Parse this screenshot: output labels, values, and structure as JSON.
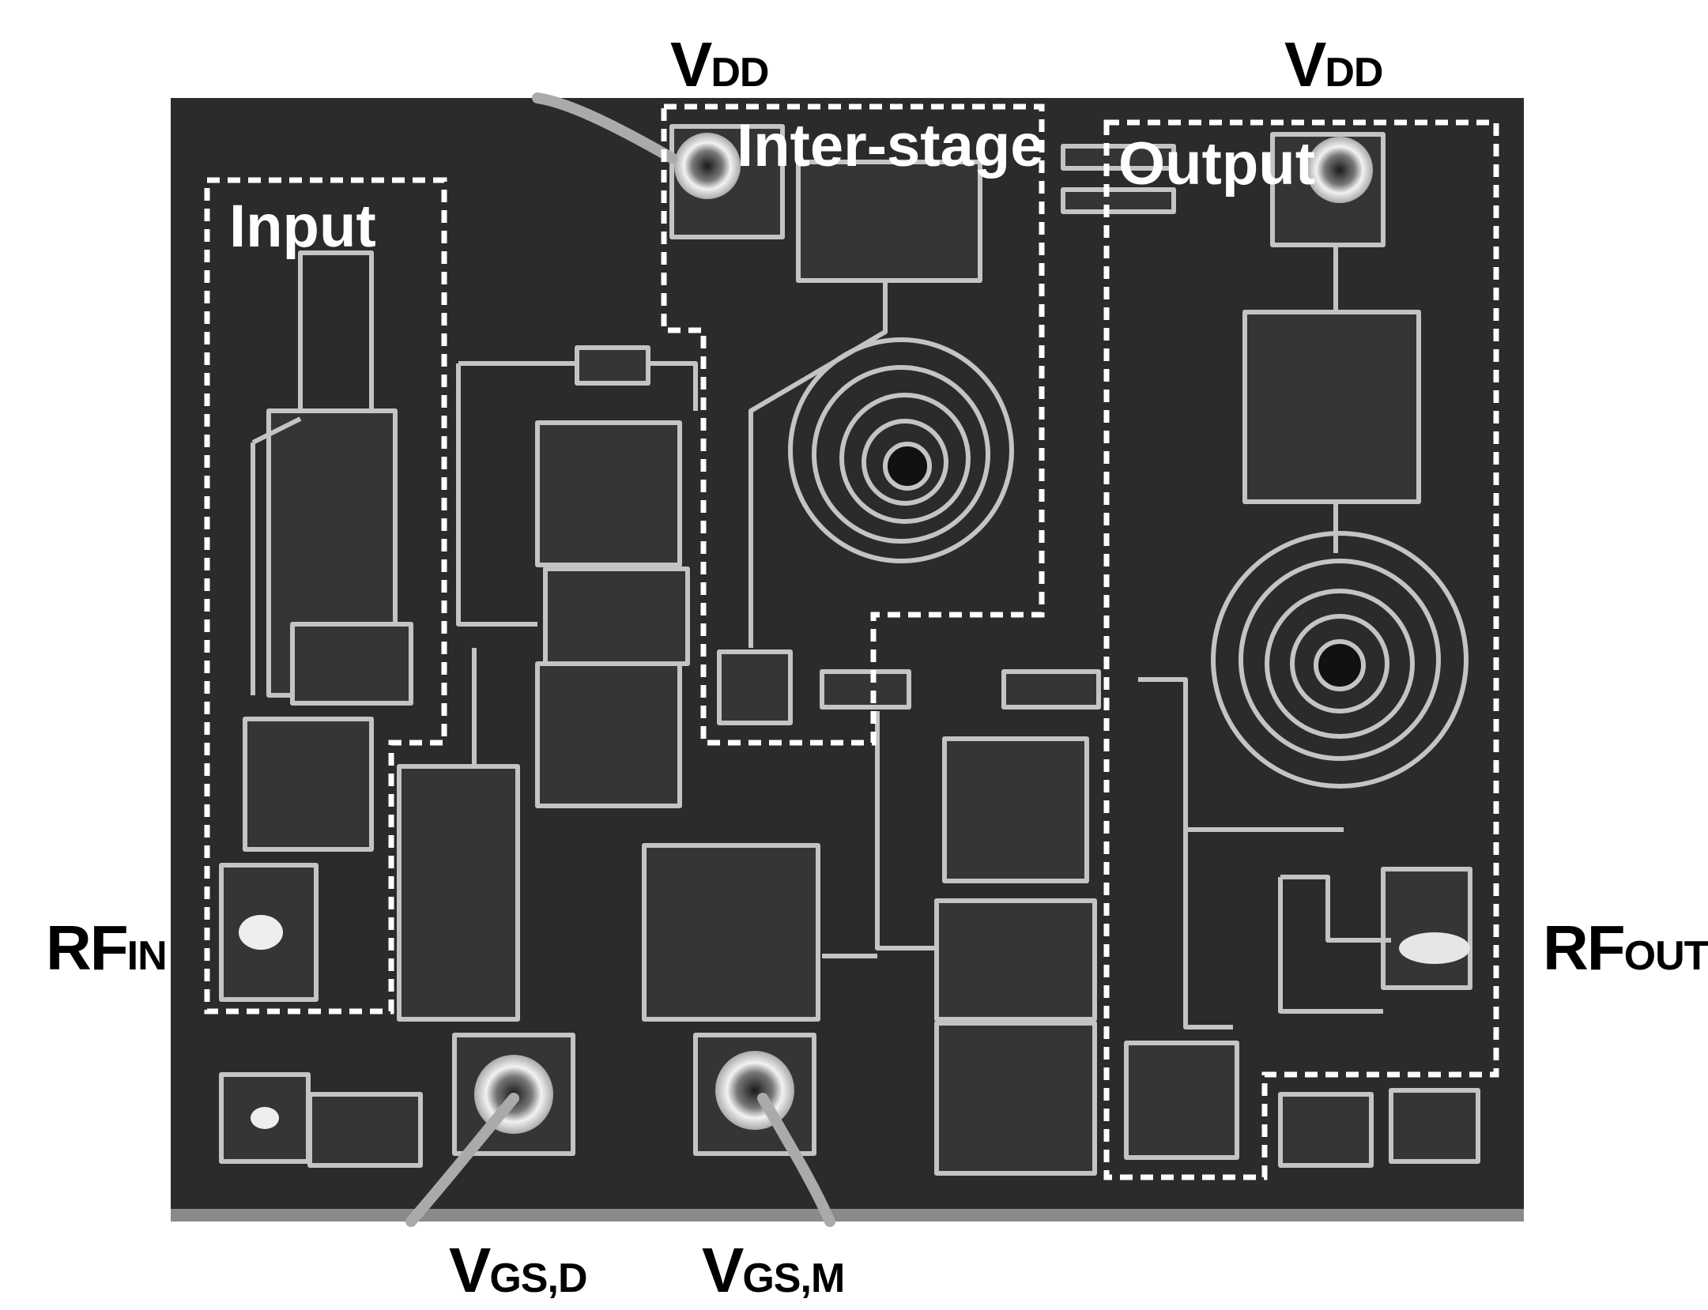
{
  "regions": {
    "input": "Input",
    "interstage": "Inter-stage",
    "output": "Output"
  },
  "terminals": {
    "vdd_left": {
      "main": "V",
      "sub": "DD"
    },
    "vdd_right": {
      "main": "V",
      "sub": "DD"
    },
    "rf_in": {
      "main": "RF",
      "sub": "IN"
    },
    "rf_out": {
      "main": "RF",
      "sub": "OUT"
    },
    "vgs_d": {
      "main": "V",
      "sub": "GS,D"
    },
    "vgs_m": {
      "main": "V",
      "sub": "GS,M"
    }
  },
  "colors": {
    "chip": "#2a2a2a",
    "trace": "#bdbdbd",
    "pad_fill": "#3a3a3a",
    "box": "#ffffff"
  }
}
